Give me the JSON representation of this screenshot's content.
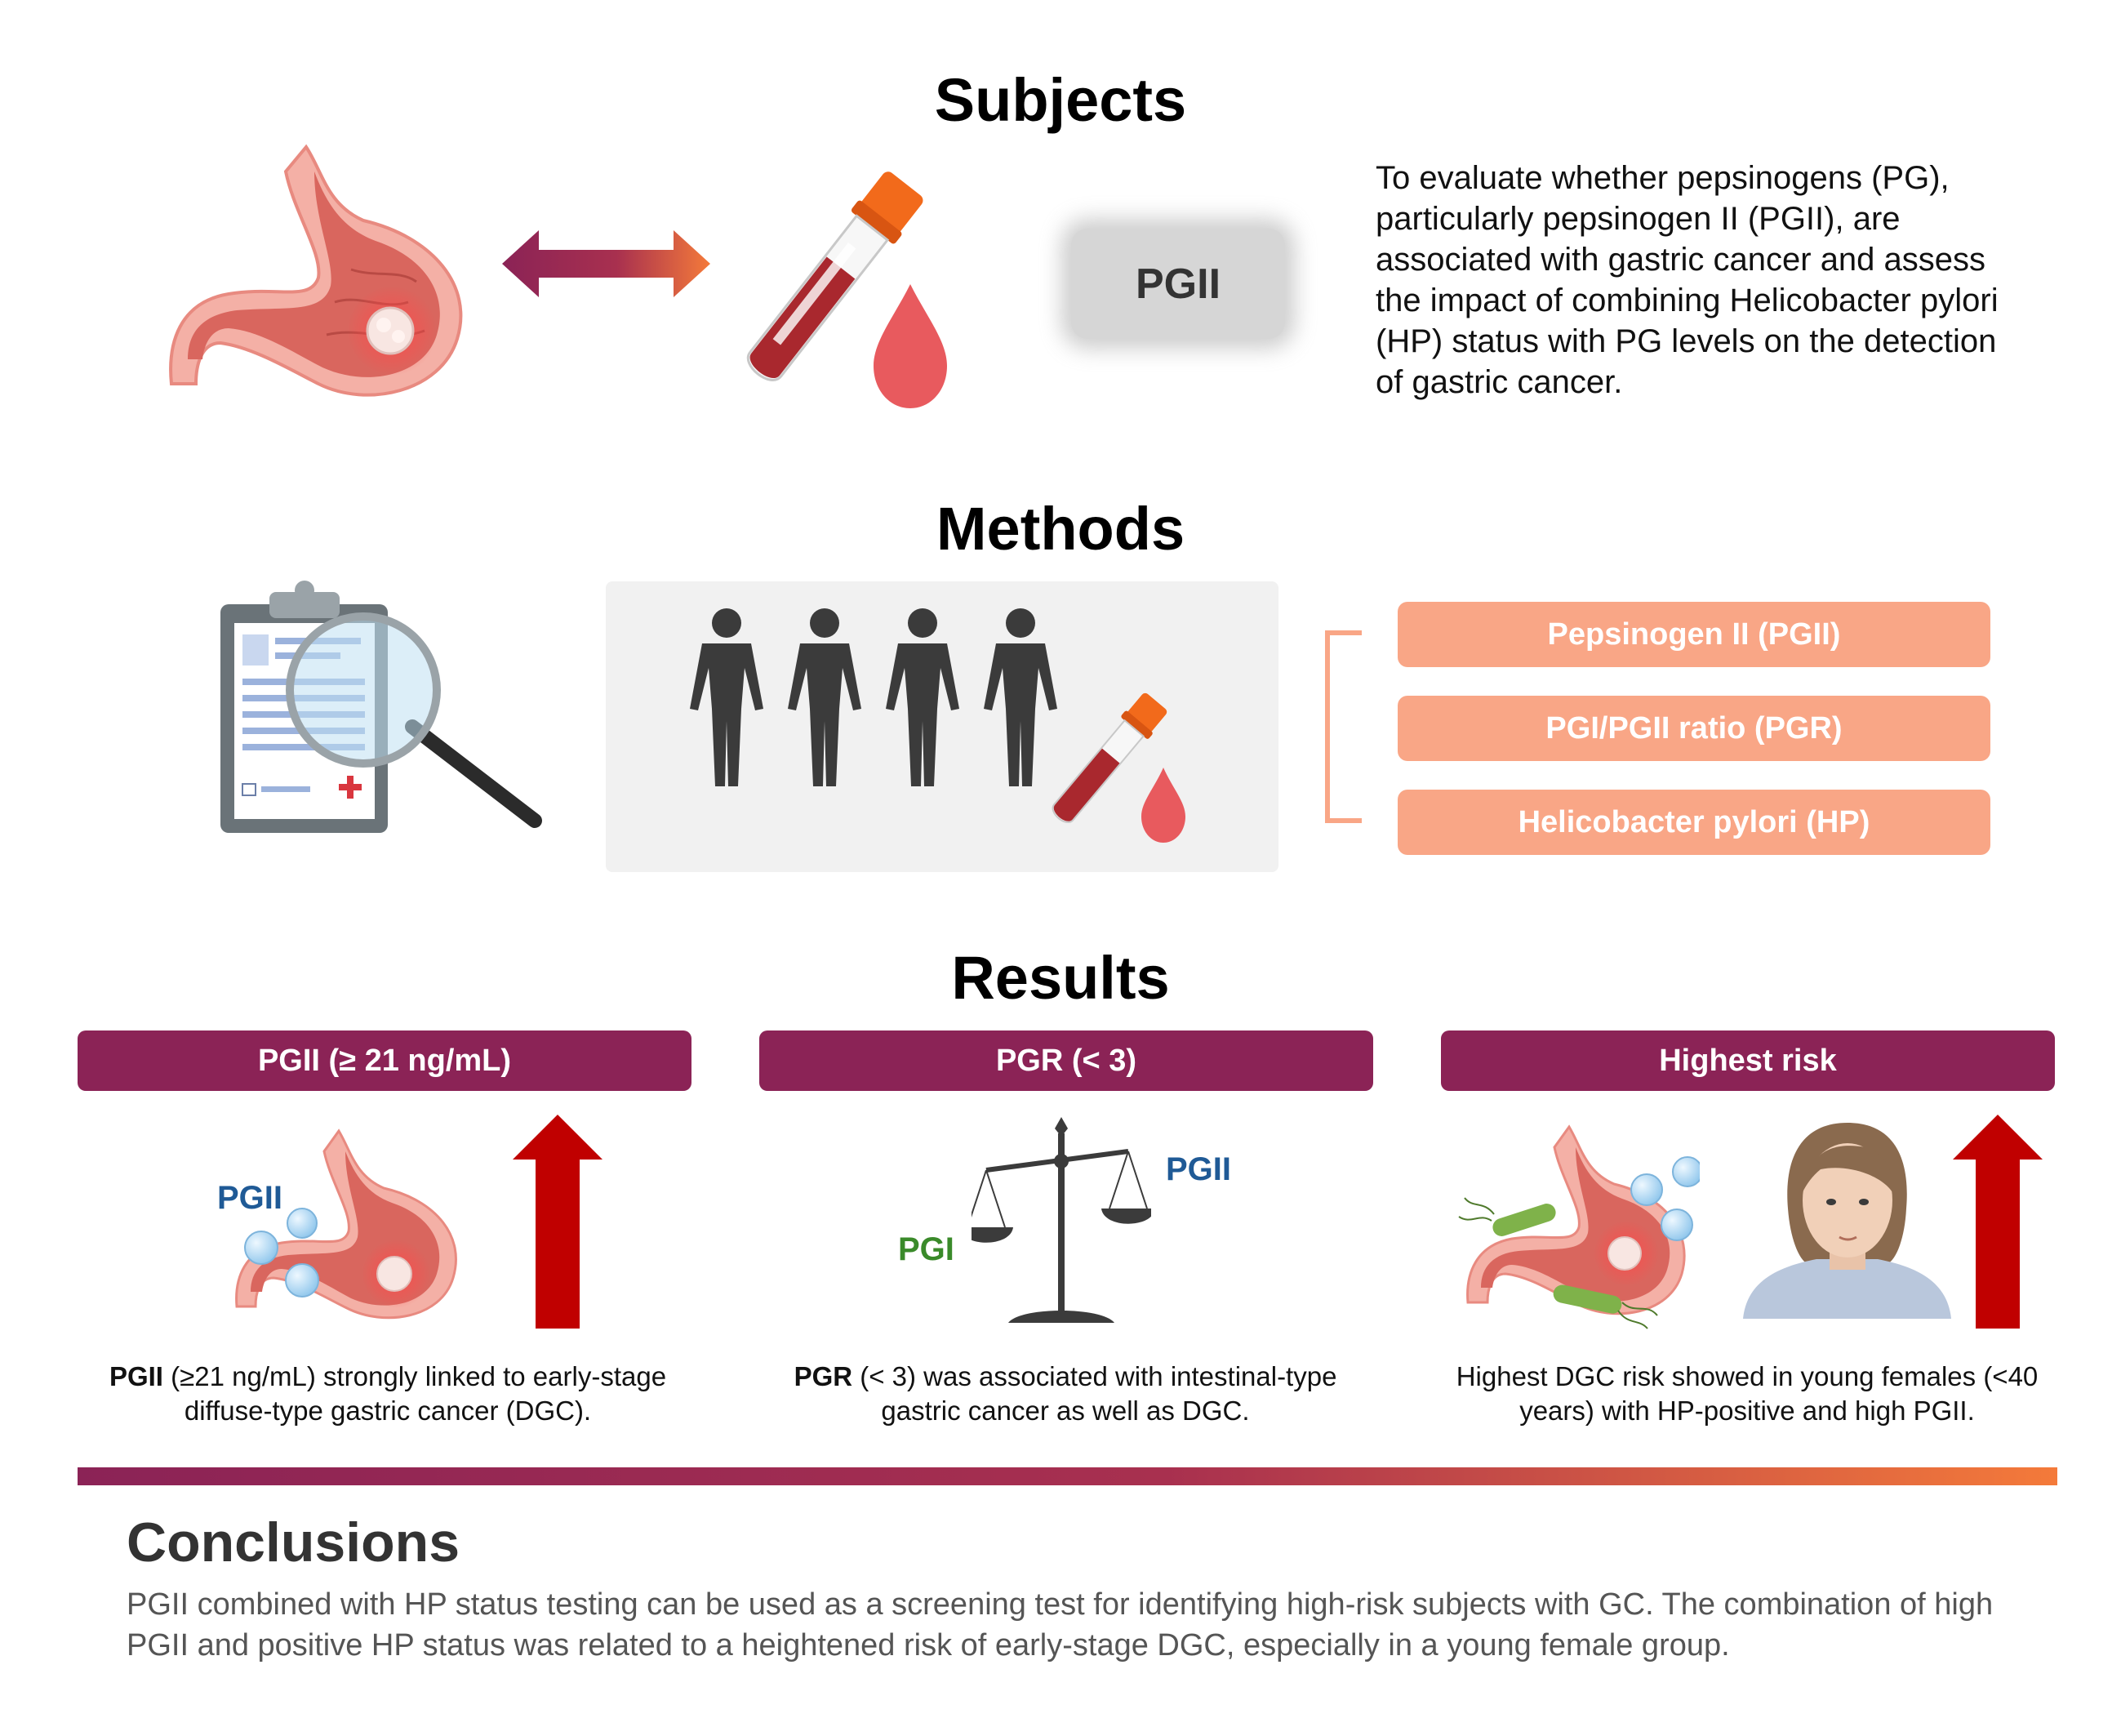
{
  "subjects": {
    "title": "Subjects",
    "chip_label": "PGII",
    "objective": "To evaluate whether pepsinogens (PG), particularly pepsinogen II (PGII), are associated with gastric cancer and assess the impact of combining Helicobacter pylori (HP) status with PG levels on the detection of gastric cancer."
  },
  "methods": {
    "title": "Methods",
    "items": [
      "Pepsinogen II (PGII)",
      "PGI/PGII ratio (PGR)",
      "Helicobacter pylori (HP)"
    ]
  },
  "results": {
    "title": "Results",
    "cards": [
      {
        "header": "PGII (≥ 21 ng/mL)",
        "icon_label": "PGII",
        "text_bold": "PGII",
        "text": " (≥21 ng/mL) strongly linked to early-stage diffuse-type gastric cancer (DGC)."
      },
      {
        "header": "PGR (< 3)",
        "label_left": "PGI",
        "label_right": "PGII",
        "text_bold": "PGR",
        "text": " (< 3) was associated with intestinal-type gastric cancer as well as DGC."
      },
      {
        "header": "Highest risk",
        "text": "Highest DGC risk showed in young females (<40 years) with HP-positive and high PGII."
      }
    ]
  },
  "conclusions": {
    "title": "Conclusions",
    "text": "PGII combined with HP status testing can be used as a screening test for identifying high-risk subjects with GC. The combination of high PGII and positive HP status was related to a heightened risk of early-stage DGC, especially in a young female group."
  },
  "colors": {
    "plum": "#8b2356",
    "orange": "#f47a3a",
    "salmon": "#f9a686",
    "arrow_red": "#c00000",
    "blue_label": "#1f5a96",
    "green_label": "#3a8a2a"
  }
}
